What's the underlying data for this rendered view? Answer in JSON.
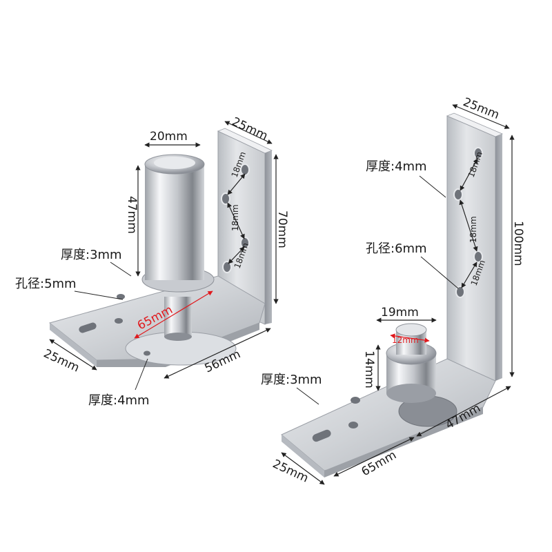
{
  "colors": {
    "steel_light": "#f2f3f5",
    "steel_mid": "#c9ccd1",
    "steel_dark": "#8d9198",
    "accent_red": "#e0191d",
    "line": "#222222"
  },
  "left_hinge": {
    "pin_diameter": "20mm",
    "plate_width": "25mm",
    "pin_height": "47mm",
    "plate_height": "70mm",
    "hole_spacing_1": "18mm",
    "hole_spacing_2": "18mm",
    "hole_spacing_3": "18mm",
    "thickness_top": "厚度:3mm",
    "hole_diameter": "孔径:5mm",
    "length_red": "65mm",
    "base_width": "25mm",
    "base_length": "56mm",
    "thickness_bottom": "厚度:4mm"
  },
  "right_hinge": {
    "plate_width": "25mm",
    "thickness_top": "厚度:4mm",
    "hole_diameter": "孔径:6mm",
    "hole_spacing_1": "18mm",
    "hole_spacing_2": "18mm",
    "hole_spacing_3": "18mm",
    "plate_height": "100mm",
    "pin_diameter": "19mm",
    "inner_diameter_red": "12mm",
    "pin_height": "14mm",
    "thickness_bottom": "厚度:3mm",
    "base_length": "65mm",
    "base_depth": "47mm",
    "base_width": "25mm"
  }
}
